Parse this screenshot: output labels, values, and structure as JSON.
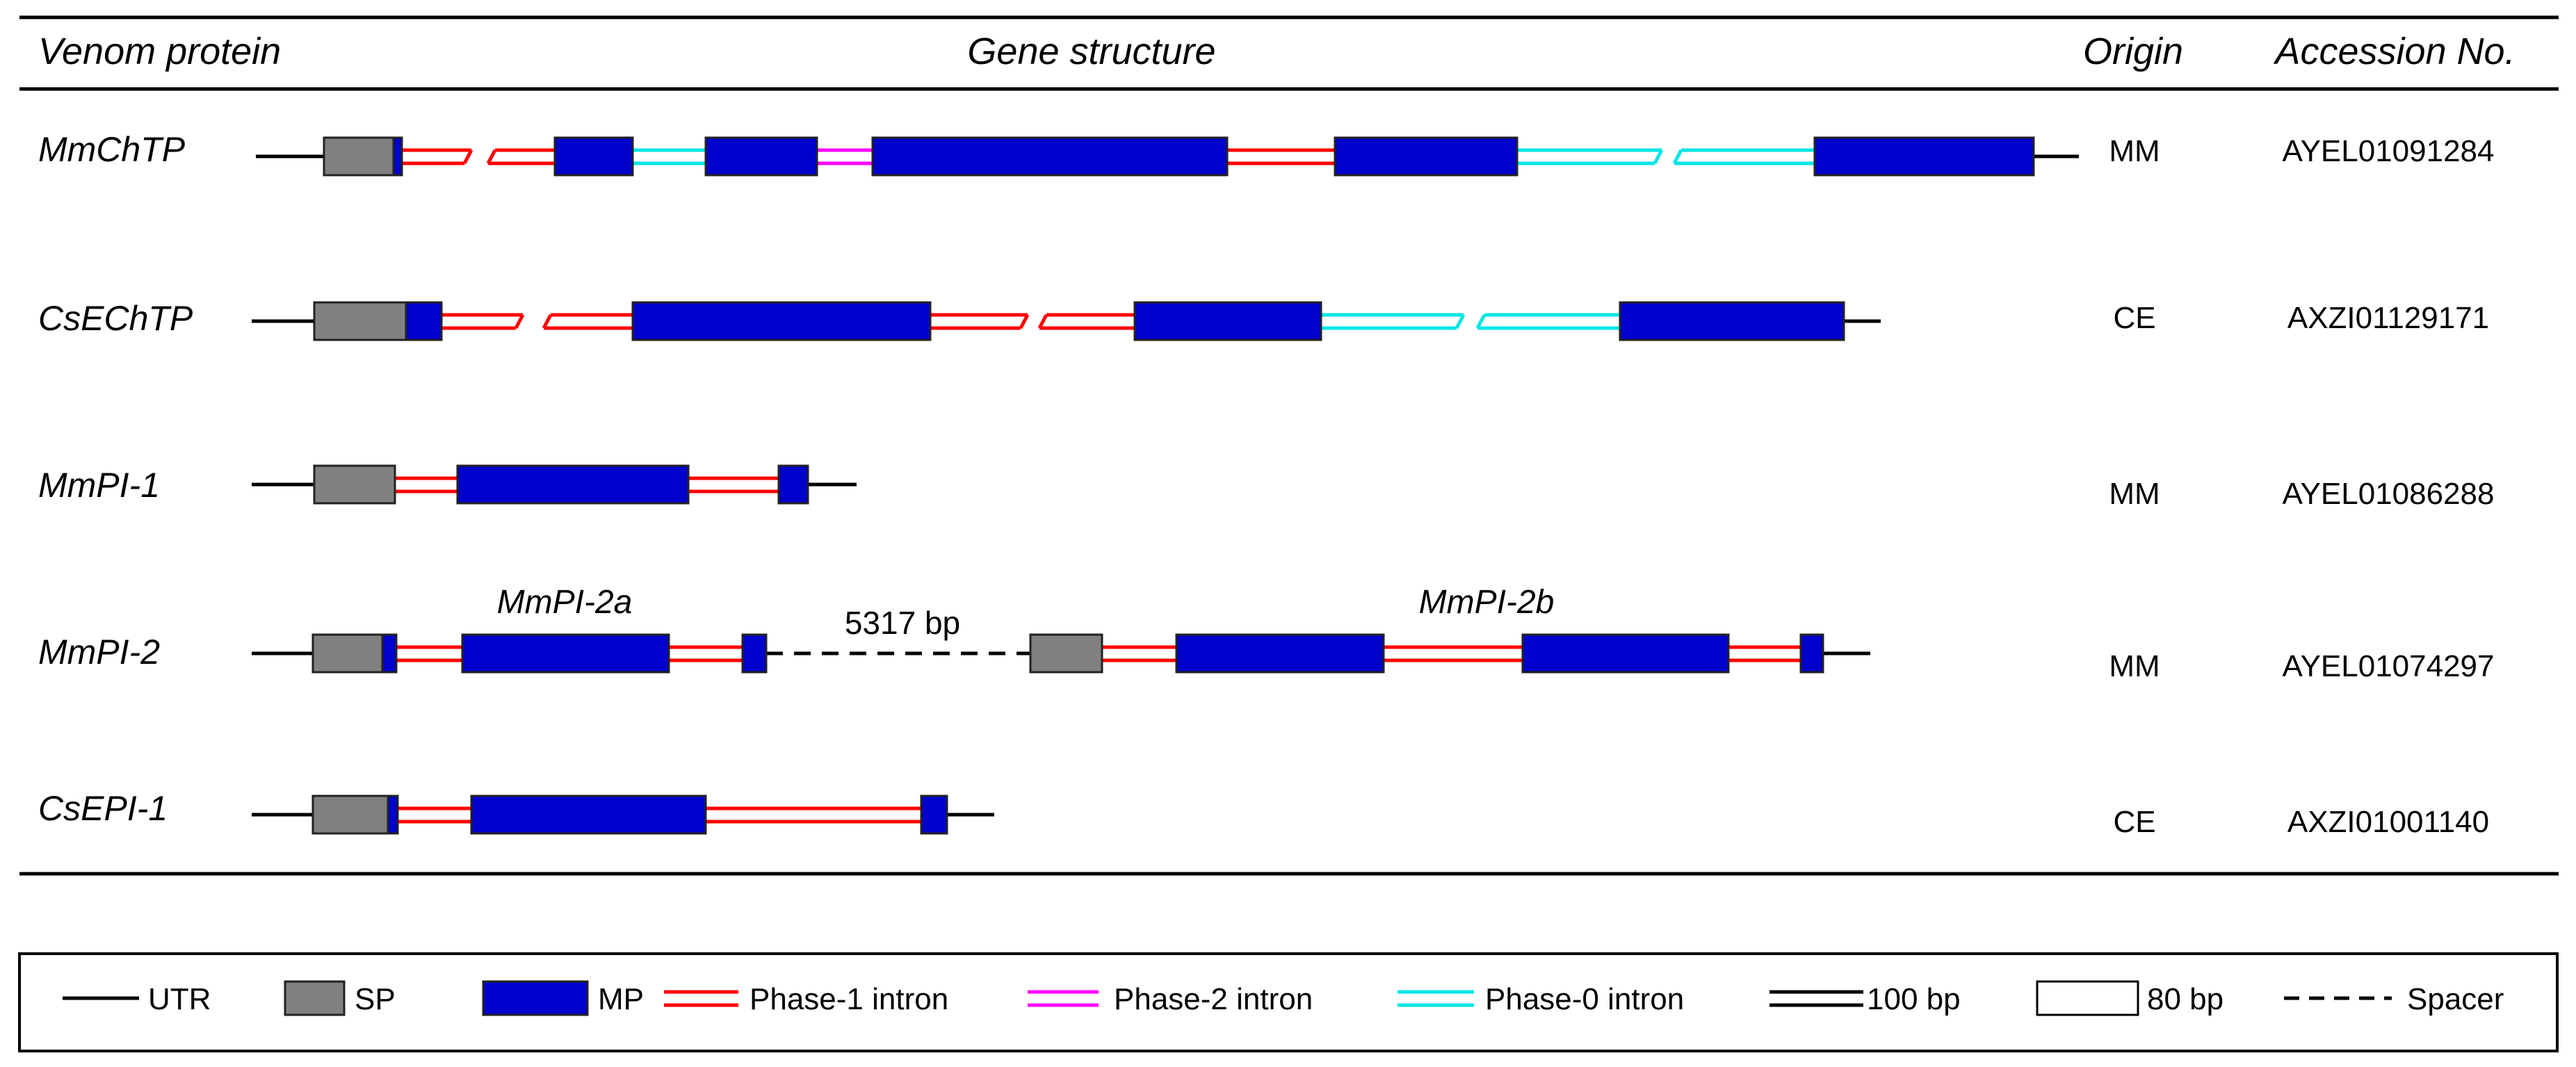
{
  "table": {
    "headers": {
      "venom_protein": "Venom protein",
      "gene_structure": "Gene structure",
      "origin": "Origin",
      "accession": "Accession No."
    },
    "rows": [
      {
        "name": "MmChTP",
        "origin": "MM",
        "accession": "AYEL01091284"
      },
      {
        "name": "CsEChTP",
        "origin": "CE",
        "accession": "AXZI01129171"
      },
      {
        "name": "MmPI-1",
        "origin": "MM",
        "accession": "AYEL01086288"
      },
      {
        "name": "MmPI-2",
        "origin": "MM",
        "accession": "AYEL01074297"
      },
      {
        "name": "CsEPI-1",
        "origin": "CE",
        "accession": "AXZI01001140"
      }
    ],
    "subgene_labels": {
      "a": "MmPI-2a",
      "b": "MmPI-2b"
    },
    "spacer_label": "5317 bp"
  },
  "legend": {
    "utr": "UTR",
    "sp": "SP",
    "mp": "MP",
    "phase1": "Phase-1 intron",
    "phase2": "Phase-2 intron",
    "phase0": "Phase-0 intron",
    "scale_line": "100 bp",
    "scale_box": "80 bp",
    "spacer": "Spacer"
  },
  "colors": {
    "utr": "#000000",
    "sp": "#808080",
    "mp": "#0000cc",
    "phase1": "#ff0000",
    "phase2": "#ff00ff",
    "phase0": "#00e5e5"
  }
}
